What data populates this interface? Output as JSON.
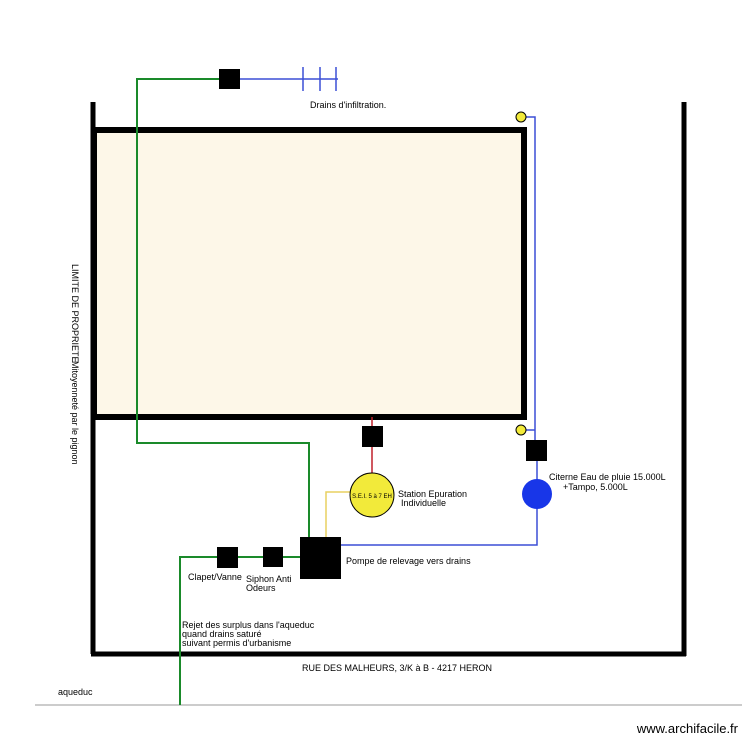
{
  "labels": {
    "drains": "Drains d'infiltration.",
    "limite_1": "LIMITE DE PROPRIETE",
    "limite_2": "Mitoyenneté par le pignon",
    "sei": "S.E.I. 5 à 7 EH",
    "station_1": "Station Epuration",
    "station_2": "Individuelle",
    "citerne_1": "Citerne Eau de pluie 15.000L",
    "citerne_2": "+Tampo, 5.000L",
    "pompe": "Pompe de relevage vers  drains",
    "clapet": "Clapet/Vanne",
    "siphon_1": "Siphon Anti",
    "siphon_2": "Odeurs",
    "rejet_1": "Rejet des surplus dans l'aqueduc",
    "rejet_2": "quand drains saturé",
    "rejet_3": "suivant permis d'urbanisme",
    "rue": "RUE DES  MALHEURS, 3/K  à B - 4217   HERON",
    "aqueduc": "aqueduc"
  },
  "watermark": "www.archifacile.fr",
  "colors": {
    "green_pipe": "#1a8a2a",
    "blue_pipe": "#3b4fd6",
    "red_pipe": "#c0202a",
    "yellow_pipe": "#e8d060",
    "house_fill": "#fdf7e8",
    "station_fill": "#f2ea3a",
    "citerne_fill": "#1836e8"
  }
}
